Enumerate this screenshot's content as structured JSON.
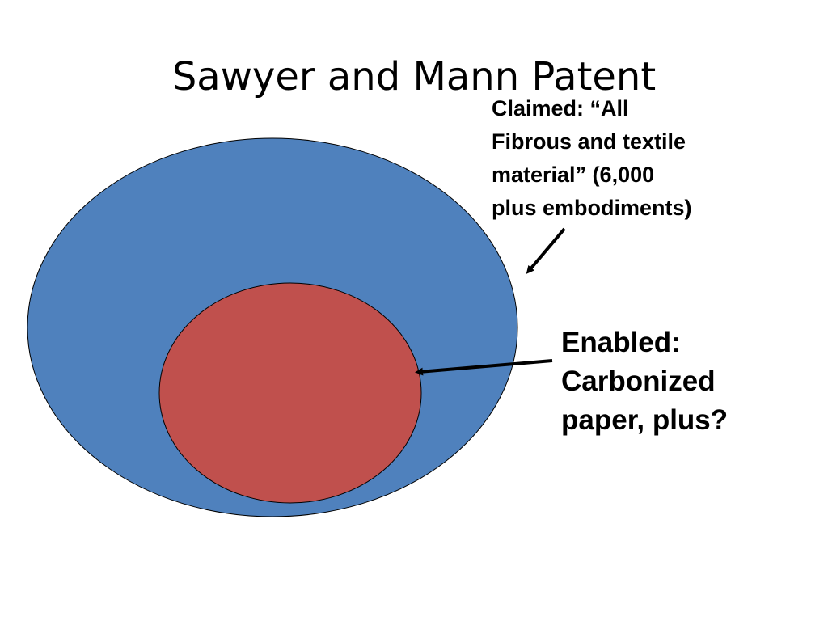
{
  "slide": {
    "title": "Sawyer and Mann Patent"
  },
  "diagram": {
    "outer_set": {
      "label_lines": [
        "Claimed: “All",
        "Fibrous and textile",
        "material” (6,000",
        "plus embodiments)"
      ],
      "color": "#4f81bd"
    },
    "inner_set": {
      "label_lines": [
        "Enabled:",
        "Carbonized",
        "paper, plus?"
      ],
      "color": "#c0504d"
    },
    "outline_color": "#000000"
  }
}
